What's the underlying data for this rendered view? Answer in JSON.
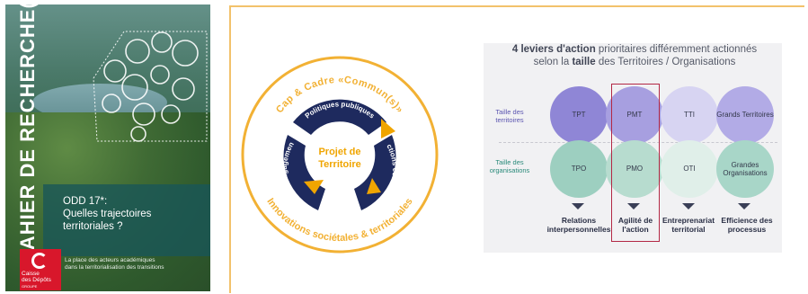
{
  "cover": {
    "vertical_title": "CAHIER DE RECHERCHE(S)",
    "odd_line1": "ODD 17*:",
    "odd_line2": "Quelles trajectoires",
    "odd_line3": "territoriales ?",
    "tagline_line1": "La place des acteurs académiques",
    "tagline_line2": "dans la territorialisation des transitions",
    "logo_line1": "Caisse",
    "logo_line2": "des Dépôts",
    "logo_group": "GROUPE"
  },
  "wheel": {
    "outer_top": "Cap & Cadre «Commun(s)»",
    "outer_bottom": "Innovations sociétales & territoriales",
    "segment_top": "Politiques publiques",
    "segment_left": "Envies d'engagement",
    "segment_right": "Actions économiques",
    "center_line1": "Projet de",
    "center_line2": "Territoire",
    "colors": {
      "navy": "#1e2a5e",
      "orange": "#f0a500",
      "ring": "#f2b134"
    }
  },
  "diagram": {
    "title_bold1": "4 leviers d'action",
    "title_rest1": " prioritaires différemment actionnés",
    "title_line2_a": "selon la ",
    "title_line2_bold": "taille",
    "title_line2_b": " des Territoires / Organisations",
    "row1_label": "Taille des territoires",
    "row2_label": "Taille des organisations",
    "row1": [
      "TPT",
      "PMT",
      "TTI",
      "Grands Territoires"
    ],
    "row2": [
      "TPO",
      "PMO",
      "OTI",
      "Grandes Organisations"
    ],
    "levers": [
      "Relations interpersonnelles",
      "Agilité de l'action",
      "Entreprenariat territorial",
      "Efficience des processus"
    ],
    "colors": {
      "purple": "#8f86d6",
      "teal": "#9dcfc0",
      "highlight": "#b32845"
    }
  }
}
